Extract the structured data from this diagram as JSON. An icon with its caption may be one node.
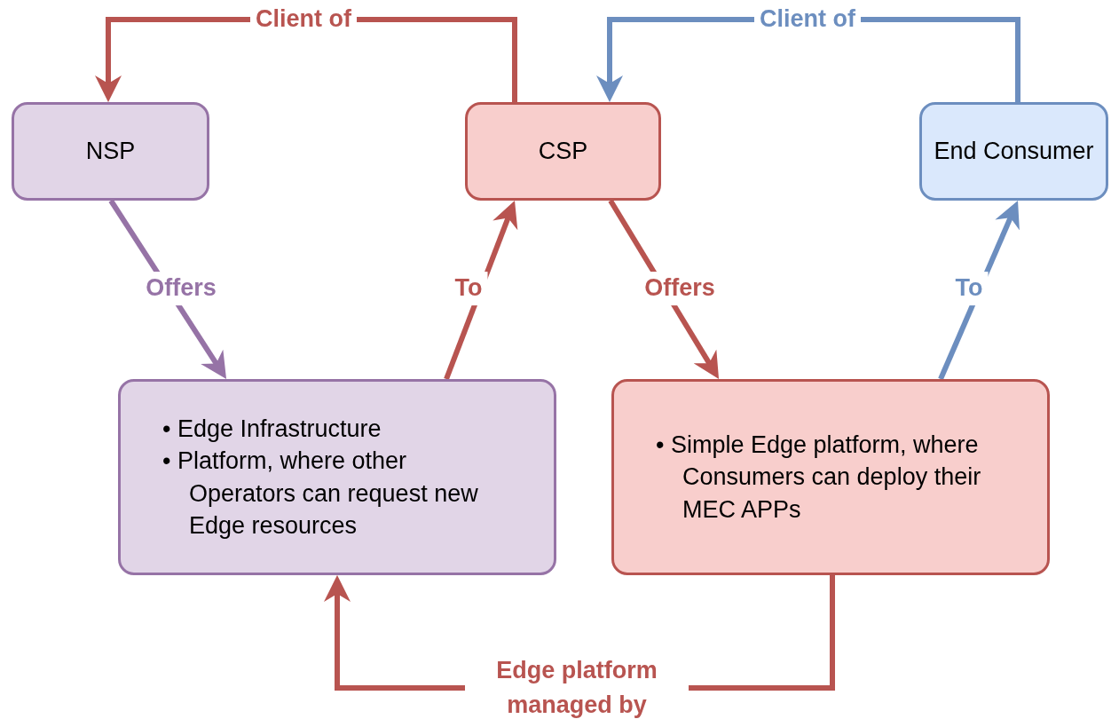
{
  "diagram": {
    "nodes": [
      {
        "text": [
          "NSP"
        ]
      },
      {
        "text": [
          "CSP"
        ]
      },
      {
        "text": [
          "End Consumer"
        ]
      },
      {
        "text": [
          "• Edge Infrastructure",
          "• Platform, where other Operators can request new Edge resources"
        ]
      },
      {
        "text": [
          "• Simple Edge platform, where Consumers can deploy their MEC APPs"
        ]
      }
    ],
    "edges": [
      {
        "from": 1,
        "to": 0,
        "arrow": "to",
        "label": "Client of"
      },
      {
        "from": 2,
        "to": 1,
        "arrow": "to",
        "label": "Client of",
        "color": "#6c8ebf"
      },
      {
        "from": 0,
        "to": 3,
        "arrow": "to",
        "label": "Offers",
        "color": "#9673a6"
      },
      {
        "from": 3,
        "to": 1,
        "arrow": "to",
        "label": "To"
      },
      {
        "from": 1,
        "to": 4,
        "arrow": "to",
        "label": "Offers"
      },
      {
        "from": 4,
        "to": 2,
        "arrow": "to",
        "label": "To",
        "color": "#6c8ebf"
      },
      {
        "from": 4,
        "to": 3,
        "arrow": "to",
        "label": "Edge platform managed by"
      }
    ]
  }
}
